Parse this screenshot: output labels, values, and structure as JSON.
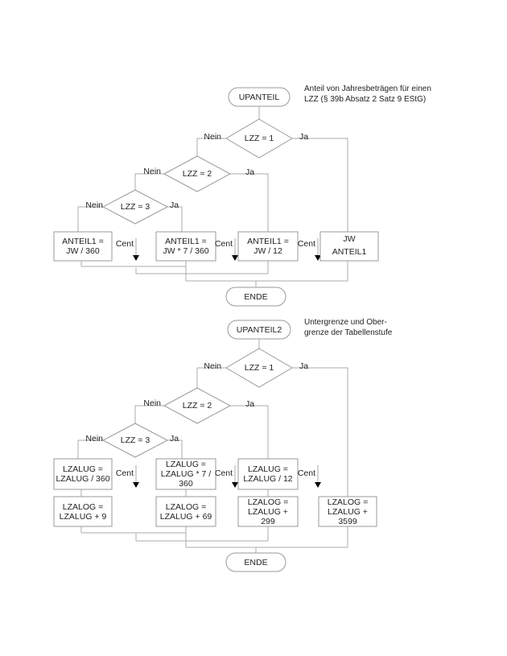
{
  "colors": {
    "connector": "#ababab",
    "border": "#9a9a9a",
    "text": "#1f1f1f",
    "arrowhead": "#000000",
    "background": "#ffffff"
  },
  "flowchart_top": {
    "start": "UPANTEIL",
    "annotation": [
      "Anteil von Jahresbeträgen für einen",
      "LZZ (§ 39b Absatz 2 Satz 9 EStG)"
    ],
    "decisions": [
      "LZZ = 1",
      "LZZ = 2",
      "LZZ = 3"
    ],
    "label_yes": "Ja",
    "label_no": "Nein",
    "label_cent": "Cent",
    "process_boxes": [
      [
        "ANTEIL1 =",
        "JW / 360"
      ],
      [
        "ANTEIL1 =",
        "JW * 7 / 360"
      ],
      [
        "ANTEIL1 =",
        "JW / 12"
      ]
    ],
    "assign_box": {
      "source": "JW",
      "target": "ANTEIL1"
    },
    "end": "ENDE"
  },
  "flowchart_bottom": {
    "start": "UPANTEIL2",
    "annotation": [
      "Untergrenze und Ober-",
      "grenze der Tabellenstufe"
    ],
    "decisions": [
      "LZZ = 1",
      "LZZ = 2",
      "LZZ = 3"
    ],
    "label_yes": "Ja",
    "label_no": "Nein",
    "label_cent": "Cent",
    "row1_boxes": [
      [
        "LZALUG =",
        "LZALUG / 360"
      ],
      [
        "LZALUG =",
        "LZALUG * 7 /",
        "360"
      ],
      [
        "LZALUG =",
        "LZALUG / 12"
      ]
    ],
    "row2_boxes": [
      [
        "LZALOG =",
        "LZALUG + 9"
      ],
      [
        "LZALOG =",
        "LZALUG + 69"
      ],
      [
        "LZALOG =",
        "LZALUG +",
        "299"
      ],
      [
        "LZALOG =",
        "LZALUG +",
        "3599"
      ]
    ],
    "end": "ENDE"
  }
}
